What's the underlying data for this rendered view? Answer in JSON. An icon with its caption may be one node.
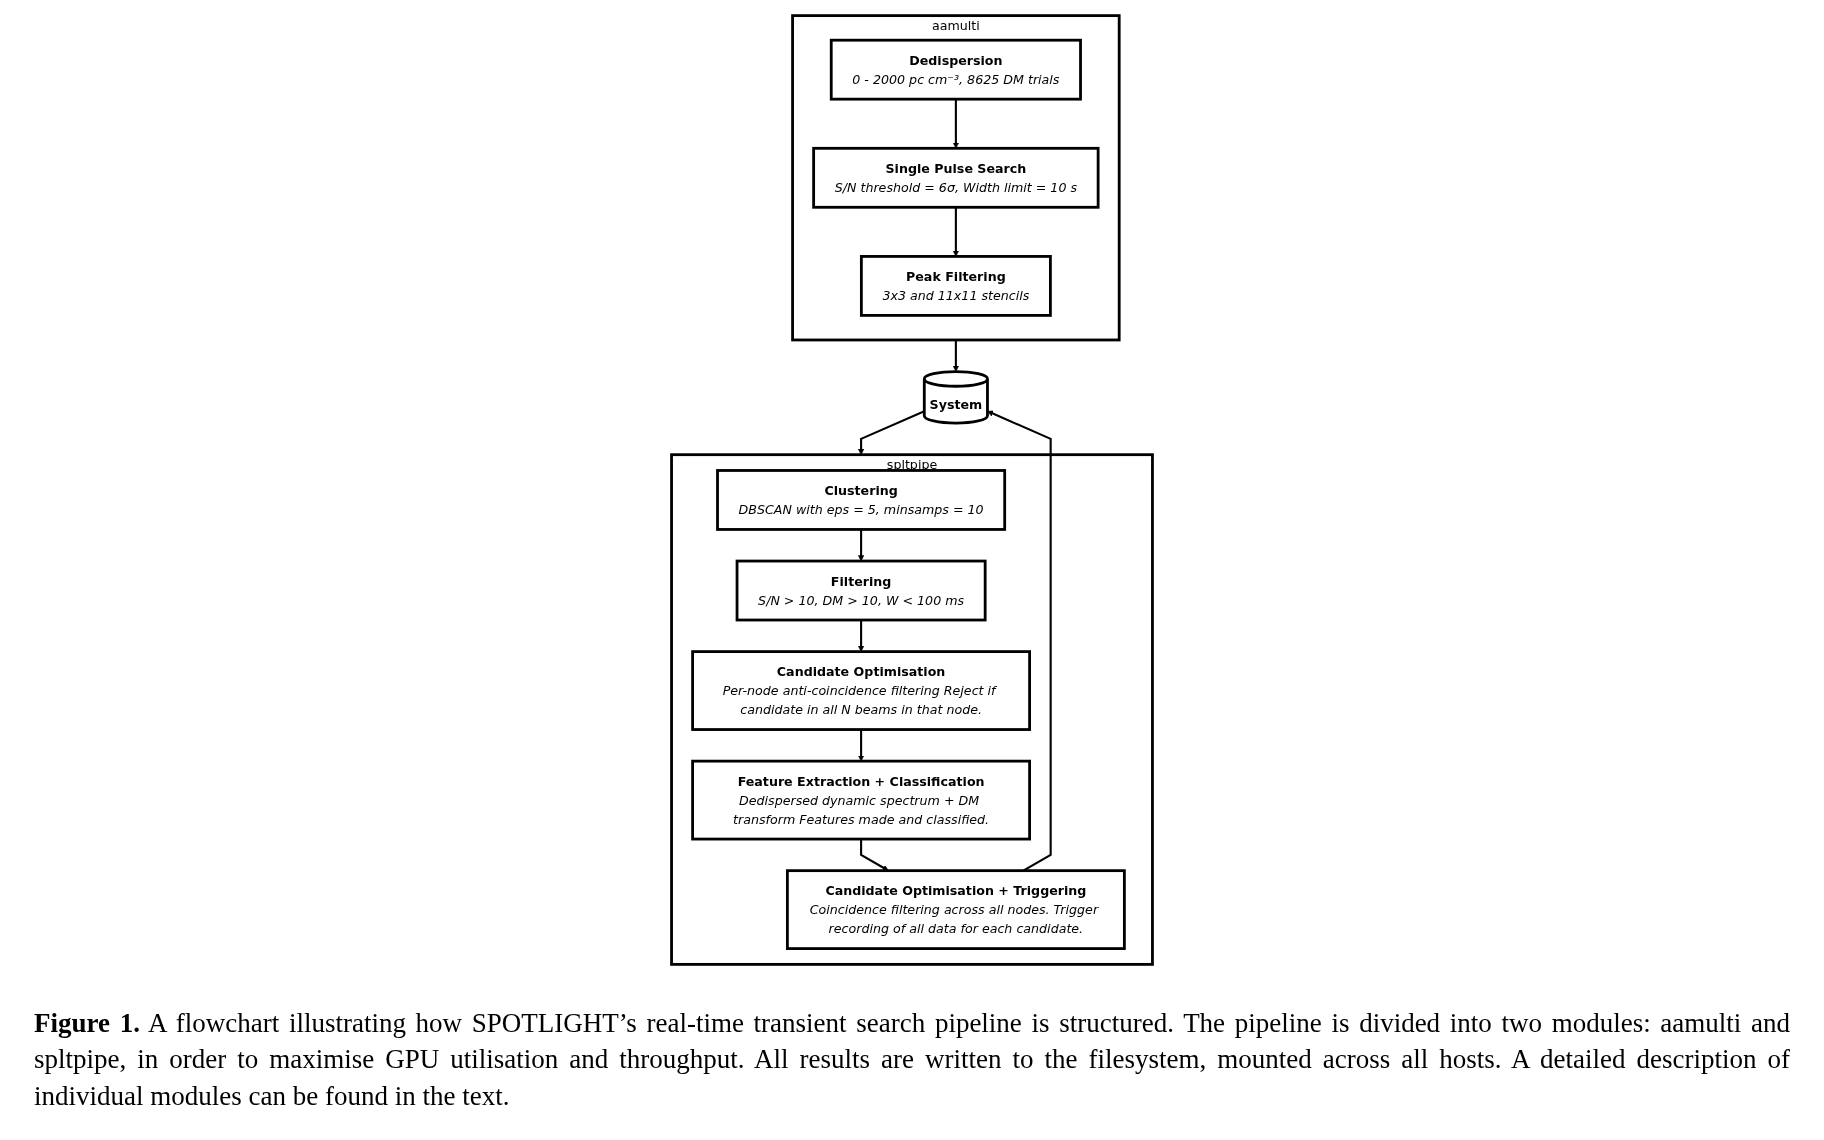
{
  "diagram": {
    "caption": "**Figure 1.** A flowchart illustrating how SPOTLIGHT’s real-time transient search pipeline is structured. The pipeline is divided into two modules: aamulti and spltpipe, in order to maximise GPU utilisation and throughput. All results are written to the filesystem, mounted across all hosts. A detailed description of individual modules can be found in the text.",
    "nodes": [
      {
        "text": [
          "aamulti"
        ]
      },
      {
        "text": [
          "Dedispersion",
          "0 - 2000 pc cm⁻³, 8625 DM trials"
        ],
        "in": 0
      },
      {
        "text": [
          "Single Pulse Search",
          "S/N threshold = 6σ, Width limit = 10 s"
        ],
        "in": 0
      },
      {
        "text": [
          "Peak Filtering",
          "3x3 and 11x11 stencils"
        ],
        "in": 0
      },
      {
        "text": [
          "System"
        ]
      },
      {
        "text": [
          "spltpipe"
        ]
      },
      {
        "text": [
          "Clustering",
          "DBSCAN with eps = 5, minsamps = 10"
        ],
        "in": 5
      },
      {
        "text": [
          "Filtering",
          "S/N > 10, DM > 10, W < 100 ms"
        ],
        "in": 5
      },
      {
        "text": [
          "Candidate Optimisation",
          "Per-node anti-coincidence filtering Reject if candidate in all N beams in that node."
        ],
        "in": 5
      },
      {
        "text": [
          "Feature Extraction + Classification",
          "Dedispersed dynamic spectrum + DM transform Features made and classified."
        ],
        "in": 5
      },
      {
        "text": [
          "Candidate Optimisation + Triggering",
          "Coincidence filtering across all nodes. Trigger recording of all data for each candidate."
        ],
        "in": 5
      }
    ],
    "edges": [
      {
        "from": 1,
        "to": 2,
        "arrow": "to"
      },
      {
        "from": 2,
        "to": 3,
        "arrow": "to"
      },
      {
        "from": 0,
        "to": 4,
        "arrow": "to"
      },
      {
        "from": 4,
        "to": 5,
        "arrow": "to"
      },
      {
        "from": 6,
        "to": 7,
        "arrow": "to"
      },
      {
        "from": 7,
        "to": 8,
        "arrow": "to"
      },
      {
        "from": 8,
        "to": 9,
        "arrow": "to"
      },
      {
        "from": 9,
        "to": 10,
        "arrow": "to"
      },
      {
        "from": 10,
        "to": 4,
        "arrow": "to"
      }
    ]
  }
}
